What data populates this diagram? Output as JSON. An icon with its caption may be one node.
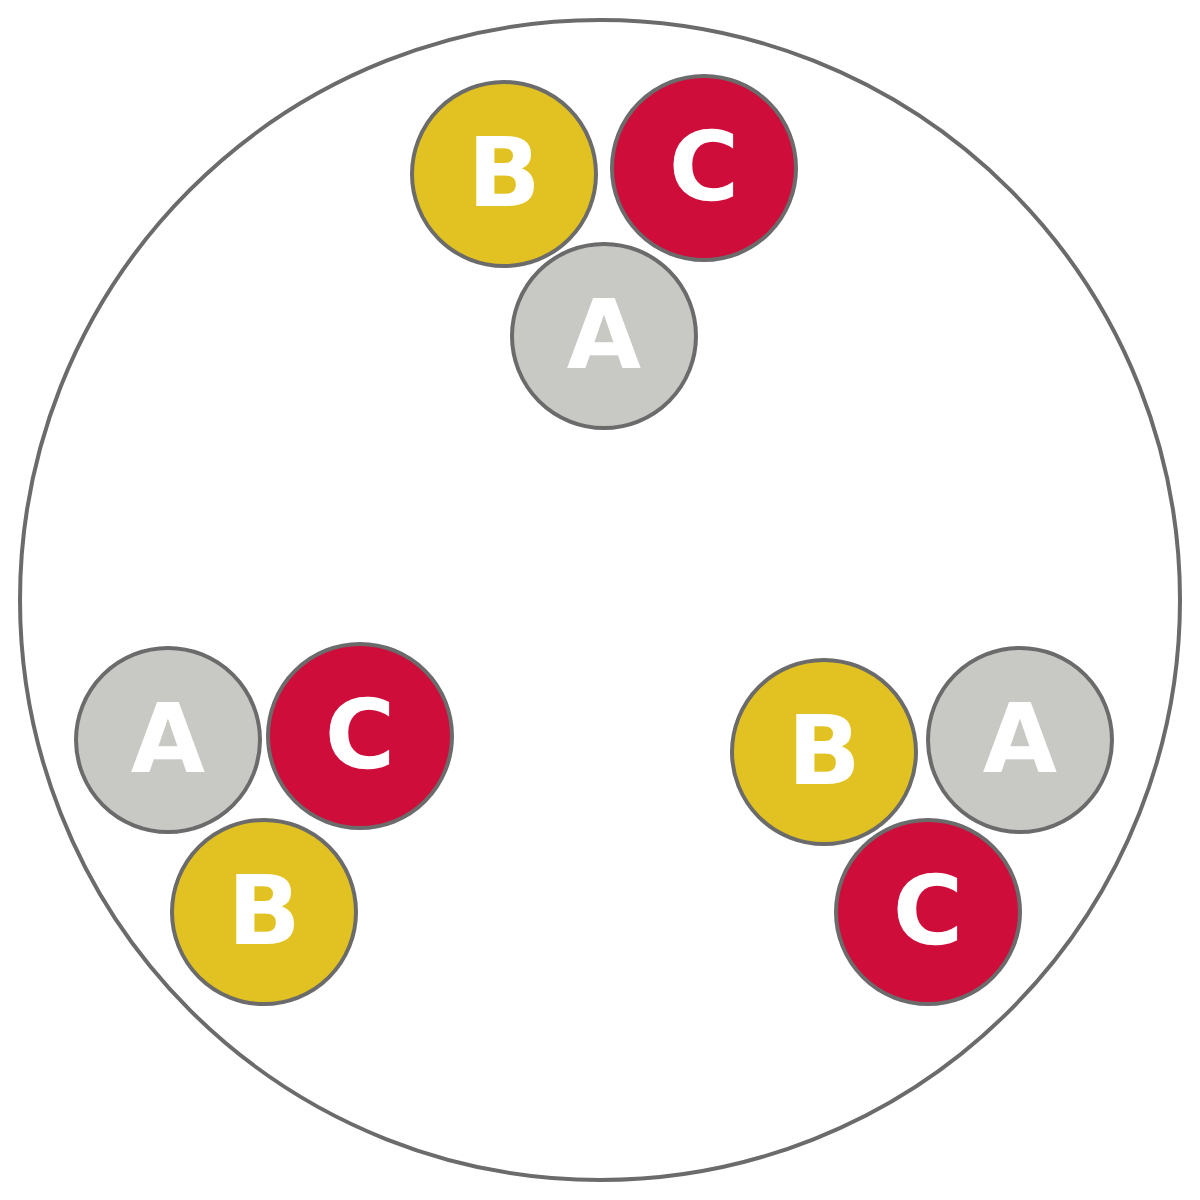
{
  "diagram": {
    "nodes": [
      {
        "text": [],
        "shape": "circle"
      },
      {
        "text": [
          "B"
        ],
        "in": 0
      },
      {
        "text": [
          "C"
        ],
        "in": 0
      },
      {
        "text": [
          "A"
        ],
        "in": 0
      },
      {
        "text": [
          "A"
        ],
        "in": 0
      },
      {
        "text": [
          "C"
        ],
        "in": 0
      },
      {
        "text": [
          "B"
        ],
        "in": 0
      },
      {
        "text": [
          "B"
        ],
        "in": 0
      },
      {
        "text": [
          "A"
        ],
        "in": 0
      },
      {
        "text": [
          "C"
        ],
        "in": 0
      }
    ]
  }
}
